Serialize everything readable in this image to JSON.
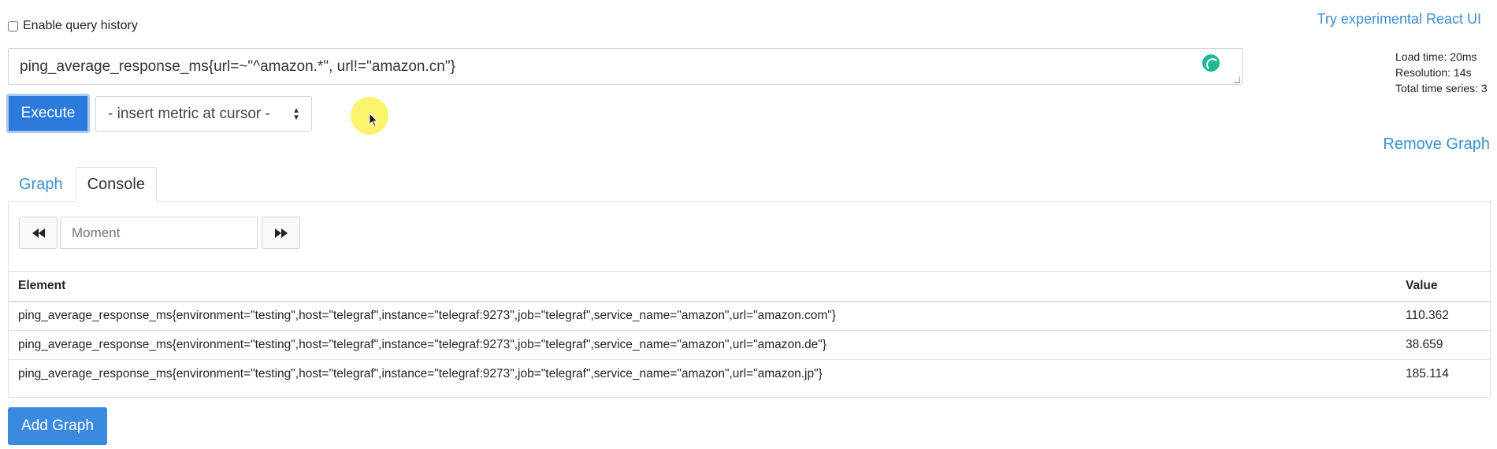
{
  "history": {
    "label": "Enable query history",
    "checked": false
  },
  "react_link": "Try experimental React UI",
  "stats": {
    "load_time": "Load time: 20ms",
    "resolution": "Resolution: 14s",
    "total_series": "Total time series: 3"
  },
  "query": {
    "value": "ping_average_response_ms{url=~\"^amazon.*\", url!=\"amazon.cn\"}"
  },
  "toolbar": {
    "execute_label": "Execute",
    "metric_select": "- insert metric at cursor -"
  },
  "remove_graph_label": "Remove Graph",
  "tabs": [
    {
      "label": "Graph",
      "active": false
    },
    {
      "label": "Console",
      "active": true
    }
  ],
  "console": {
    "moment_placeholder": "Moment",
    "table": {
      "headers": [
        "Element",
        "Value"
      ],
      "rows": [
        {
          "element": "ping_average_response_ms{environment=\"testing\",host=\"telegraf\",instance=\"telegraf:9273\",job=\"telegraf\",service_name=\"amazon\",url=\"amazon.com\"}",
          "value": "110.362"
        },
        {
          "element": "ping_average_response_ms{environment=\"testing\",host=\"telegraf\",instance=\"telegraf:9273\",job=\"telegraf\",service_name=\"amazon\",url=\"amazon.de\"}",
          "value": "38.659"
        },
        {
          "element": "ping_average_response_ms{environment=\"testing\",host=\"telegraf\",instance=\"telegraf:9273\",job=\"telegraf\",service_name=\"amazon\",url=\"amazon.jp\"}",
          "value": "185.114"
        }
      ]
    }
  },
  "add_graph_label": "Add Graph",
  "icons": {
    "back": "fast-backward-icon",
    "forward": "fast-forward-icon",
    "spinner": "loading-spinner-icon",
    "cursor": "mouse-pointer-icon"
  },
  "colors": {
    "primary": "#2c7bdc",
    "link": "#3a8ed6",
    "spinner": "#1fb899",
    "cursor_highlight": "#fbf25c"
  }
}
